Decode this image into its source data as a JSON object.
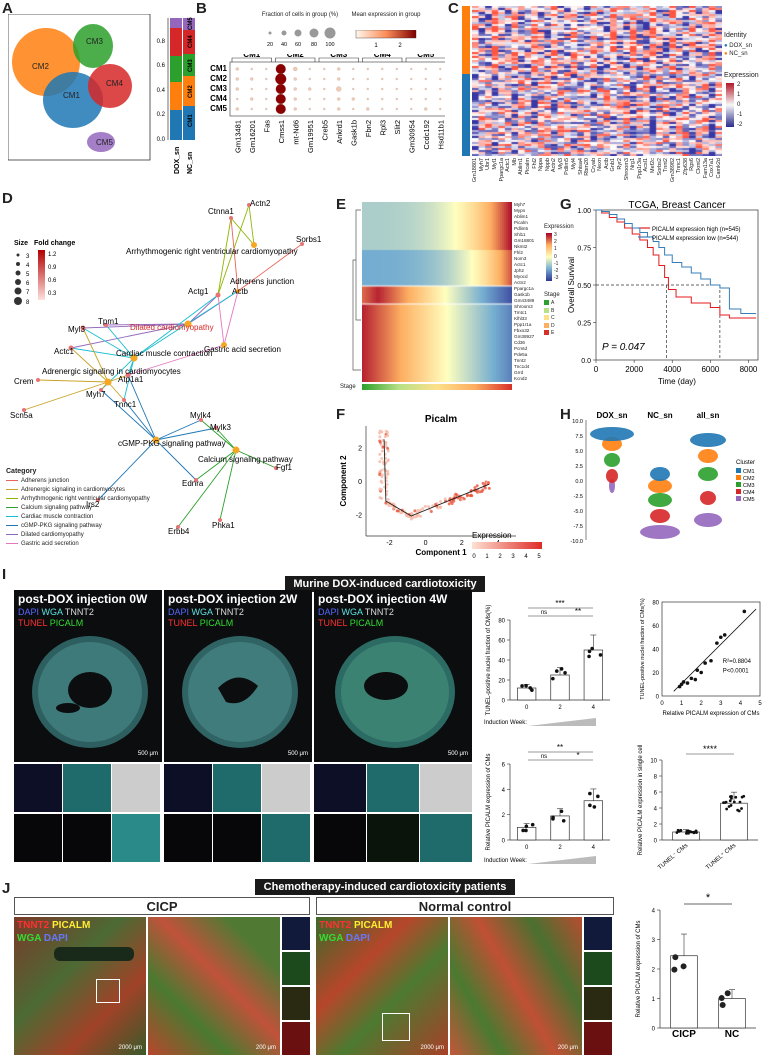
{
  "panels": {
    "A": "A",
    "B": "B",
    "C": "C",
    "D": "D",
    "E": "E",
    "F": "F",
    "G": "G",
    "H": "H",
    "I": "I",
    "J": "J"
  },
  "A": {
    "clusters": [
      "CM1",
      "CM2",
      "CM3",
      "CM4",
      "CM5"
    ],
    "colors": {
      "CM1": "#1f77b4",
      "CM2": "#ff7f0e",
      "CM3": "#2ca02c",
      "CM4": "#d62728",
      "CM5": "#9467bd"
    },
    "bar_groups": [
      "DOX_sn",
      "NC_sn"
    ],
    "y_ticks": [
      "0.0",
      "0.2",
      "0.4",
      "0.6",
      "0.8"
    ]
  },
  "B": {
    "size_legend_title": "Fraction of cells in group (%)",
    "size_ticks": [
      "20",
      "40",
      "60",
      "80",
      "100"
    ],
    "color_legend_title": "Mean expression in group",
    "color_ticks": [
      "1",
      "2"
    ],
    "groups": [
      "CM1",
      "CM2",
      "CM3",
      "CM4",
      "CM5"
    ],
    "rows": [
      "CM1",
      "CM2",
      "CM3",
      "CM4",
      "CM5"
    ],
    "genes": [
      "Gm13481",
      "Gm16201",
      "Fas",
      "Cmss1",
      "mt-Nd6",
      "Gm19951",
      "Creb5",
      "Ankrd1",
      "Gask1b",
      "Fbn2",
      "Rpl3",
      "Slit2",
      "Gm30954",
      "Ccdc192",
      "Hsd11b1"
    ]
  },
  "C": {
    "legend_identity_title": "Identity",
    "identity": [
      "DOX_sn",
      "NC_sn"
    ],
    "identity_colors": {
      "DOX_sn": "#1f77b4",
      "NC_sn": "#ff7f0e"
    },
    "expression_title": "Expression",
    "expression_ticks": [
      "2",
      "1",
      "0",
      "-1",
      "-2"
    ],
    "genes": [
      "Gm18801",
      "Myh7",
      "Ubr1",
      "Myl1",
      "Ppargc1a",
      "Actc1",
      "Mb",
      "Ablim1",
      "Picalm",
      "Fhl2",
      "Nppa",
      "Nppb",
      "Actn2",
      "Myl3",
      "Pdlim5",
      "Myl4",
      "Shisa4",
      "Rbm20",
      "Cryab",
      "Nexn",
      "Actb",
      "Gnb1",
      "Ryr2",
      "Shroom3",
      "Nrg1",
      "Ppp1r3a",
      "Acsl1",
      "Mef2c",
      "Sorbs2",
      "Tnnt2",
      "Gm38982",
      "Tnnc1",
      "Zfp638",
      "Rgs6",
      "Ckmt2",
      "Fam13a",
      "Cox7a1",
      "Camk2d"
    ]
  },
  "D": {
    "size_title": "Size",
    "size_ticks": [
      "3",
      "4",
      "5",
      "6",
      "7",
      "8"
    ],
    "fold_title": "Fold change",
    "fold_ticks": [
      "1.2",
      "0.9",
      "0.6",
      "0.3"
    ],
    "category_title": "Category",
    "categories": [
      {
        "label": "Adherens junction",
        "color": "#e8635b"
      },
      {
        "label": "Adrenergic signaling in cardiomyocytes",
        "color": "#c9a227"
      },
      {
        "label": "Arrhythmogenic right ventricular cardiomyopathy",
        "color": "#8db600"
      },
      {
        "label": "Calcium signaling pathway",
        "color": "#2ca02c"
      },
      {
        "label": "Cardiac muscle contraction",
        "color": "#17becf"
      },
      {
        "label": "cGMP-PKG signaling pathway",
        "color": "#1f77b4"
      },
      {
        "label": "Dilated cardiomyopathy",
        "color": "#9467bd"
      },
      {
        "label": "Gastric acid secretion",
        "color": "#e377c2"
      }
    ],
    "pathways": [
      "Arrhythmogenic right ventricular cardiomyopathy",
      "Adherens junction",
      "Dilated cardiomyopathy",
      "Cardiac muscle contraction",
      "Adrenergic signaling in cardiomyocytes",
      "Gastric acid secretion",
      "cGMP-PKG signaling pathway",
      "Calcium signaling pathway"
    ],
    "genes": [
      "Ctnna1",
      "Actn2",
      "Sorbs1",
      "Actg1",
      "Actb",
      "Myl3",
      "Tpm1",
      "Actc1",
      "Crem",
      "Myh7",
      "Atp1a1",
      "Tnnc1",
      "Scn5a",
      "Mylk4",
      "Mylk3",
      "Fgf1",
      "Irs2",
      "Ednra",
      "Erbb4",
      "Phka1"
    ]
  },
  "E": {
    "expr_title": "Expression",
    "expr_ticks": [
      "3",
      "2",
      "1",
      "0",
      "-1",
      "-2",
      "-3"
    ],
    "stage_title": "Stage",
    "stages": [
      "A",
      "B",
      "C",
      "D",
      "E"
    ],
    "stage_label": "Stage",
    "genes": [
      "Myh7",
      "Mypn",
      "Ablim1",
      "Picalm",
      "Pdlim5",
      "Shl11",
      "Gm18801",
      "Nkmt2",
      "Fhl2",
      "Nom3",
      "Actc1",
      "Jph2",
      "Myocd",
      "Actn2",
      "Ppargc1a",
      "Gask1b",
      "Gm43489",
      "Shroom3",
      "Tmtc1",
      "Klhl33",
      "Ppp1r1a",
      "Fbxo32",
      "Gm38927",
      "Cd36",
      "Pcmtd",
      "Pde5a",
      "Tnnt2",
      "Tnc1d4",
      "Grrd",
      "Kcnd2"
    ]
  },
  "F": {
    "title": "Picalm",
    "xlabel": "Component 1",
    "ylabel": "Component 2",
    "x_ticks": [
      "-2",
      "0",
      "2",
      "4"
    ],
    "y_ticks": [
      "-2",
      "0",
      "2"
    ],
    "legend_title": "Expression",
    "legend_ticks": [
      "0",
      "1",
      "2",
      "3",
      "4",
      "5"
    ]
  },
  "G": {
    "chart_data": {
      "type": "line",
      "title": "TCGA, Breast Cancer",
      "xlabel": "Time (day)",
      "ylabel": "Overall Survival",
      "xlim": [
        0,
        8500
      ],
      "ylim": [
        0,
        1.0
      ],
      "x_ticks": [
        "0",
        "2000",
        "4000",
        "6000",
        "8000"
      ],
      "y_ticks": [
        "0.0",
        "0.25",
        "0.50",
        "0.75",
        "1.00"
      ],
      "series": [
        {
          "name": "PICALM expression high (n=545)",
          "color": "#e41a1c",
          "x": [
            0,
            300,
            700,
            1100,
            1500,
            1900,
            2300,
            2700,
            3000,
            3300,
            3600,
            3800,
            4200,
            5000,
            6000,
            6500,
            7000,
            8000,
            8400
          ],
          "y": [
            1.0,
            0.98,
            0.95,
            0.92,
            0.88,
            0.84,
            0.8,
            0.75,
            0.7,
            0.63,
            0.55,
            0.47,
            0.42,
            0.38,
            0.35,
            0.3,
            0.28,
            0.28,
            0.28
          ]
        },
        {
          "name": "PICALM expression low (n=544)",
          "color": "#377eb8",
          "x": [
            0,
            300,
            700,
            1100,
            1500,
            1900,
            2300,
            2700,
            3000,
            3300,
            3600,
            4000,
            4500,
            5000,
            5500,
            6000,
            6500,
            7000,
            7600,
            8000,
            8400
          ],
          "y": [
            1.0,
            0.99,
            0.97,
            0.94,
            0.91,
            0.88,
            0.85,
            0.82,
            0.79,
            0.75,
            0.7,
            0.65,
            0.62,
            0.58,
            0.54,
            0.5,
            0.48,
            0.34,
            0.31,
            0.31,
            0.31
          ]
        }
      ],
      "median_x": [
        3700,
        6500
      ],
      "pvalue": "P = 0.047"
    }
  },
  "H": {
    "groups": [
      "DOX_sn",
      "NC_sn",
      "all_sn"
    ],
    "y_ticks": [
      "10.0",
      "7.5",
      "5.0",
      "2.5",
      "0.0",
      "-2.5",
      "-5.0",
      "-7.5",
      "-10.0"
    ],
    "legend_title": "Cluster",
    "clusters": [
      "CM1",
      "CM2",
      "CM3",
      "CM4",
      "CM5"
    ]
  },
  "I": {
    "banner": "Murine DOX-induced cardiotoxicity",
    "images": [
      {
        "title": "post-DOX injection 0W",
        "scale": "500 μm"
      },
      {
        "title": "post-DOX injection 2W",
        "scale": "500 μm"
      },
      {
        "title": "post-DOX injection 4W",
        "scale": "500 μm"
      }
    ],
    "stain1": [
      "DAPI",
      "WGA",
      "TNNT2"
    ],
    "stain2": [
      "TUNEL",
      "PICALM"
    ],
    "bar1": {
      "chart_data": {
        "type": "bar",
        "categories": [
          "0",
          "2",
          "4"
        ],
        "values": [
          12,
          25,
          50
        ],
        "ylabel": "TUNEL-positive nuclei fraction of CMs(%)",
        "xlabel": "Induction Week",
        "y_ticks": [
          "0",
          "20",
          "40",
          "60",
          "80"
        ],
        "ylim": [
          0,
          80
        ],
        "sig": [
          "***",
          "ns",
          "**"
        ]
      }
    },
    "scatter": {
      "chart_data": {
        "type": "scatter",
        "xlabel": "Relative PICALM expression of CMs",
        "ylabel": "TUNEL-positive nuclei fraction of CMs(%)",
        "x_ticks": [
          "0",
          "1",
          "2",
          "3",
          "4",
          "5"
        ],
        "y_ticks": [
          "0",
          "20",
          "40",
          "60",
          "80"
        ],
        "annotation": [
          "R²=0.8804",
          "P<0.0001"
        ],
        "x": [
          0.9,
          1.0,
          1.1,
          1.3,
          1.5,
          1.7,
          1.8,
          2.0,
          2.2,
          2.5,
          2.8,
          3.0,
          3.2,
          4.2
        ],
        "y": [
          8,
          10,
          12,
          11,
          15,
          14,
          22,
          20,
          28,
          30,
          45,
          50,
          52,
          72
        ]
      }
    },
    "bar2": {
      "chart_data": {
        "type": "bar",
        "categories": [
          "0",
          "2",
          "4"
        ],
        "values": [
          1.0,
          1.9,
          3.1
        ],
        "ylabel": "Relative PICALM expression of CMs",
        "xlabel": "Induction Week",
        "y_ticks": [
          "0",
          "2",
          "4",
          "6"
        ],
        "ylim": [
          0,
          6
        ],
        "sig": [
          "**",
          "ns",
          "*"
        ]
      }
    },
    "bar3": {
      "chart_data": {
        "type": "bar",
        "categories": [
          "TUNEL⁻ CMs",
          "TUNEL⁺ CMs"
        ],
        "values": [
          1.0,
          4.6
        ],
        "ylabel": "Relative PICALM expression in single cell",
        "y_ticks": [
          "0",
          "2",
          "4",
          "6",
          "8",
          "10"
        ],
        "ylim": [
          0,
          10
        ],
        "sig": [
          "****"
        ]
      }
    }
  },
  "J": {
    "banner": "Chemotherapy-induced cardiotoxicity patients",
    "images": [
      {
        "title": "CICP",
        "scale": "2000 μm",
        "scale2": "200 μm"
      },
      {
        "title": "Normal control",
        "scale": "2000 μm",
        "scale2": "200 μm"
      }
    ],
    "stain1": [
      "TNNT2",
      "PICALM"
    ],
    "stain2": [
      "WGA",
      "DAPI"
    ],
    "bar": {
      "chart_data": {
        "type": "bar",
        "categories": [
          "CICP",
          "NC"
        ],
        "values": [
          2.45,
          1.0
        ],
        "ylabel": "Relative PICALM expression of CMs",
        "y_ticks": [
          "0",
          "1",
          "2",
          "3",
          "4"
        ],
        "ylim": [
          0,
          4
        ],
        "sig": [
          "*"
        ]
      }
    }
  }
}
